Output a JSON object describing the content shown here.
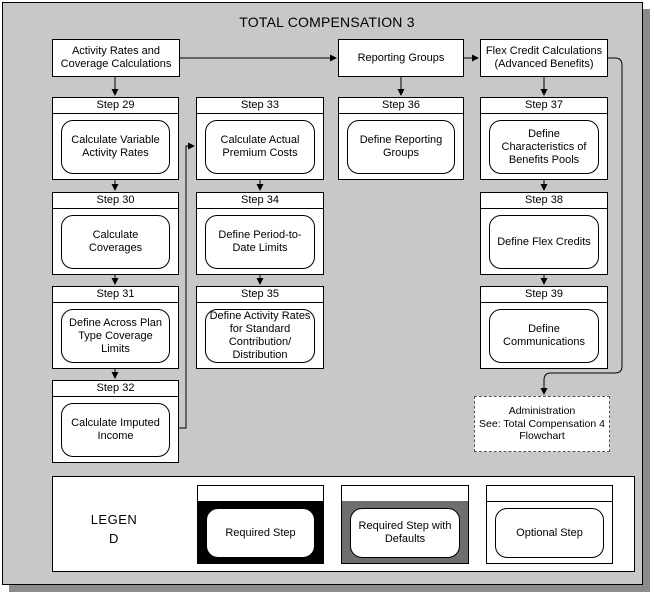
{
  "title": "TOTAL COMPENSATION 3",
  "headers": {
    "activity_rates": "Activity Rates and Coverage Calculations",
    "reporting_groups": "Reporting Groups",
    "flex_credit": "Flex Credit Calculations (Advanced Benefits)"
  },
  "steps": {
    "s29": {
      "label": "Step 29",
      "text": "Calculate Variable Activity Rates"
    },
    "s30": {
      "label": "Step 30",
      "text": "Calculate Coverages"
    },
    "s31": {
      "label": "Step 31",
      "text": "Define Across Plan Type Coverage Limits"
    },
    "s32": {
      "label": "Step 32",
      "text": "Calculate Imputed Income"
    },
    "s33": {
      "label": "Step 33",
      "text": "Calculate Actual Premium Costs"
    },
    "s34": {
      "label": "Step 34",
      "text": "Define Period-to-Date Limits"
    },
    "s35": {
      "label": "Step 35",
      "text": "Define Activity Rates for Standard Contribution/ Distribution"
    },
    "s36": {
      "label": "Step 36",
      "text": "Define Reporting Groups"
    },
    "s37": {
      "label": "Step 37",
      "text": "Define Characteristics of Benefits Pools"
    },
    "s38": {
      "label": "Step 38",
      "text": "Define Flex Credits"
    },
    "s39": {
      "label": "Step 39",
      "text": "Define Communications"
    }
  },
  "administration": {
    "line1": "Administration",
    "line2": "See: Total Compensation 4",
    "line3": "Flowchart"
  },
  "legend": {
    "title_line1": "LEGEN",
    "title_line2": "D",
    "required": "Required Step",
    "required_defaults": "Required Step with Defaults",
    "optional": "Optional Step"
  }
}
